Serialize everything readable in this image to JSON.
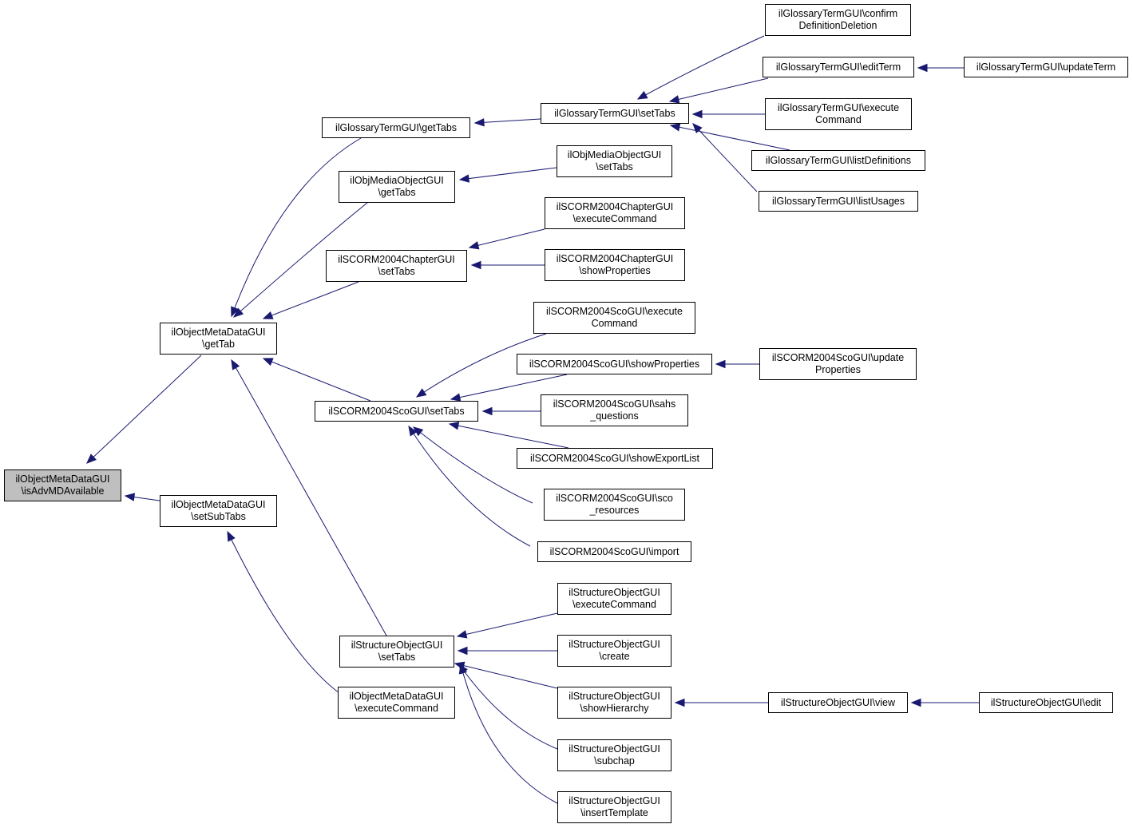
{
  "nodes": {
    "root": [
      "ilObjectMetaDataGUI",
      "\\isAdvMDAvailable"
    ],
    "getTab": [
      "ilObjectMetaDataGUI",
      "\\getTab"
    ],
    "setSubTabs": [
      "ilObjectMetaDataGUI",
      "\\setSubTabs"
    ],
    "glossGetTabs": [
      "ilGlossaryTermGUI\\getTabs"
    ],
    "mediaGetTabs": [
      "ilObjMediaObjectGUI",
      "\\getTabs"
    ],
    "chapSetTabs": [
      "ilSCORM2004ChapterGUI",
      "\\setTabs"
    ],
    "scoSetTabs": [
      "ilSCORM2004ScoGUI\\setTabs"
    ],
    "structSetTabs": [
      "ilStructureObjectGUI",
      "\\setTabs"
    ],
    "metaExec": [
      "ilObjectMetaDataGUI",
      "\\executeCommand"
    ],
    "glossSetTabs": [
      "ilGlossaryTermGUI\\setTabs"
    ],
    "mediaSetTabs": [
      "ilObjMediaObjectGUI",
      "\\setTabs"
    ],
    "chapExec": [
      "ilSCORM2004ChapterGUI",
      "\\executeCommand"
    ],
    "chapShowProps": [
      "ilSCORM2004ChapterGUI",
      "\\showProperties"
    ],
    "scoExec": [
      "ilSCORM2004ScoGUI\\execute",
      "Command"
    ],
    "scoShowProps": [
      "ilSCORM2004ScoGUI\\showProperties"
    ],
    "scoSahs": [
      "ilSCORM2004ScoGUI\\sahs",
      "_questions"
    ],
    "scoExportList": [
      "ilSCORM2004ScoGUI\\showExportList"
    ],
    "scoRes": [
      "ilSCORM2004ScoGUI\\sco",
      "_resources"
    ],
    "scoImport": [
      "ilSCORM2004ScoGUI\\import"
    ],
    "structExec": [
      "ilStructureObjectGUI",
      "\\executeCommand"
    ],
    "structCreate": [
      "ilStructureObjectGUI",
      "\\create"
    ],
    "structHier": [
      "ilStructureObjectGUI",
      "\\showHierarchy"
    ],
    "structSubchap": [
      "ilStructureObjectGUI",
      "\\subchap"
    ],
    "structInsert": [
      "ilStructureObjectGUI",
      "\\insertTemplate"
    ],
    "glossConfirm": [
      "ilGlossaryTermGUI\\confirm",
      "DefinitionDeletion"
    ],
    "glossEdit": [
      "ilGlossaryTermGUI\\editTerm"
    ],
    "glossExec": [
      "ilGlossaryTermGUI\\execute",
      "Command"
    ],
    "glossListDef": [
      "ilGlossaryTermGUI\\listDefinitions"
    ],
    "glossListUsages": [
      "ilGlossaryTermGUI\\listUsages"
    ],
    "glossUpdate": [
      "ilGlossaryTermGUI\\updateTerm"
    ],
    "scoUpdateProps": [
      "ilSCORM2004ScoGUI\\update",
      "Properties"
    ],
    "structView": [
      "ilStructureObjectGUI\\view"
    ],
    "structEdit": [
      "ilStructureObjectGUI\\edit"
    ]
  },
  "edges": [
    {
      "from": "getTab",
      "to": "root"
    },
    {
      "from": "setSubTabs",
      "to": "root"
    },
    {
      "from": "glossGetTabs",
      "to": "getTab"
    },
    {
      "from": "mediaGetTabs",
      "to": "getTab"
    },
    {
      "from": "chapSetTabs",
      "to": "getTab"
    },
    {
      "from": "scoSetTabs",
      "to": "getTab"
    },
    {
      "from": "structSetTabs",
      "to": "getTab"
    },
    {
      "from": "metaExec",
      "to": "setSubTabs"
    },
    {
      "from": "glossSetTabs",
      "to": "glossGetTabs"
    },
    {
      "from": "mediaSetTabs",
      "to": "mediaGetTabs"
    },
    {
      "from": "chapExec",
      "to": "chapSetTabs"
    },
    {
      "from": "chapShowProps",
      "to": "chapSetTabs"
    },
    {
      "from": "scoExec",
      "to": "scoSetTabs"
    },
    {
      "from": "scoShowProps",
      "to": "scoSetTabs"
    },
    {
      "from": "scoSahs",
      "to": "scoSetTabs"
    },
    {
      "from": "scoExportList",
      "to": "scoSetTabs"
    },
    {
      "from": "scoRes",
      "to": "scoSetTabs"
    },
    {
      "from": "scoImport",
      "to": "scoSetTabs"
    },
    {
      "from": "structExec",
      "to": "structSetTabs"
    },
    {
      "from": "structCreate",
      "to": "structSetTabs"
    },
    {
      "from": "structHier",
      "to": "structSetTabs"
    },
    {
      "from": "structSubchap",
      "to": "structSetTabs"
    },
    {
      "from": "structInsert",
      "to": "structSetTabs"
    },
    {
      "from": "glossConfirm",
      "to": "glossSetTabs"
    },
    {
      "from": "glossEdit",
      "to": "glossSetTabs"
    },
    {
      "from": "glossExec",
      "to": "glossSetTabs"
    },
    {
      "from": "glossListDef",
      "to": "glossSetTabs"
    },
    {
      "from": "glossListUsages",
      "to": "glossSetTabs"
    },
    {
      "from": "glossUpdate",
      "to": "glossEdit"
    },
    {
      "from": "scoUpdateProps",
      "to": "scoShowProps"
    },
    {
      "from": "structView",
      "to": "structHier"
    },
    {
      "from": "structEdit",
      "to": "structView"
    }
  ],
  "colors": {
    "edge": "#191970",
    "root_fill": "#bfbfbf",
    "node_fill": "#ffffff",
    "border": "#000000"
  }
}
